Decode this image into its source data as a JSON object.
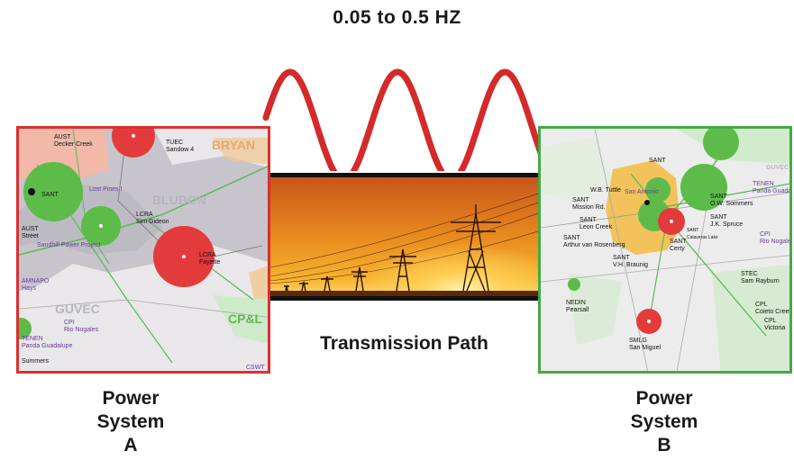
{
  "frequency_label": "0.05 to 0.5 HZ",
  "transmission_label": "Transmission Path",
  "system_a": {
    "line1": "Power",
    "line2": "System",
    "line3": "A",
    "border_color": "#d93030"
  },
  "system_b": {
    "line1": "Power",
    "line2": "System",
    "line3": "B",
    "border_color": "#44aa44"
  },
  "wave_color": "#d42a2a",
  "map_a": {
    "labels": [
      {
        "text": "AUST\nDecker Creek"
      },
      {
        "text": "TUEC\nSandow 4"
      },
      {
        "text": "BRYAN"
      },
      {
        "text": "Lost Pines I"
      },
      {
        "text": "SANT"
      },
      {
        "text": "BLUBON"
      },
      {
        "text": "LCRA\nSim Gideon"
      },
      {
        "text": "LCRA\nFayette"
      },
      {
        "text": "AUST\nStreet"
      },
      {
        "text": "Sandhill Power Project"
      },
      {
        "text": "AMNAPO\nHays"
      },
      {
        "text": "GUVEC"
      },
      {
        "text": "CPI\nRio Nogales"
      },
      {
        "text": "TENEN\nPanda Guadalupe"
      },
      {
        "text": "Summers"
      },
      {
        "text": "CP&L"
      },
      {
        "text": "CSWT"
      }
    ]
  },
  "map_b": {
    "labels": [
      {
        "text": "SANT"
      },
      {
        "text": "W.B. Tuttle"
      },
      {
        "text": "San Antonio"
      },
      {
        "text": "SANT\nMission Rd."
      },
      {
        "text": "SANT\nLeon Creek"
      },
      {
        "text": "SANT\nArthur van Rosenberg"
      },
      {
        "text": "SANT\nO.W. Sommers"
      },
      {
        "text": "SANT\nJ.K. Spruce"
      },
      {
        "text": "SANT\nCalaveras Lake"
      },
      {
        "text": "SANT\nV.H. Braunig"
      },
      {
        "text": "SANT\nCerty"
      },
      {
        "text": "TENEN\nPanda Guadalupe"
      },
      {
        "text": "GUVEC"
      },
      {
        "text": "CPI\nRio Nogales"
      },
      {
        "text": "STEC\nSam Rayburn"
      },
      {
        "text": "CPL\nCoieto Creek"
      },
      {
        "text": "CPL\nVictoria"
      },
      {
        "text": "NEDIN\nPearsall"
      },
      {
        "text": "SMLG\nSan Miguel"
      }
    ]
  }
}
